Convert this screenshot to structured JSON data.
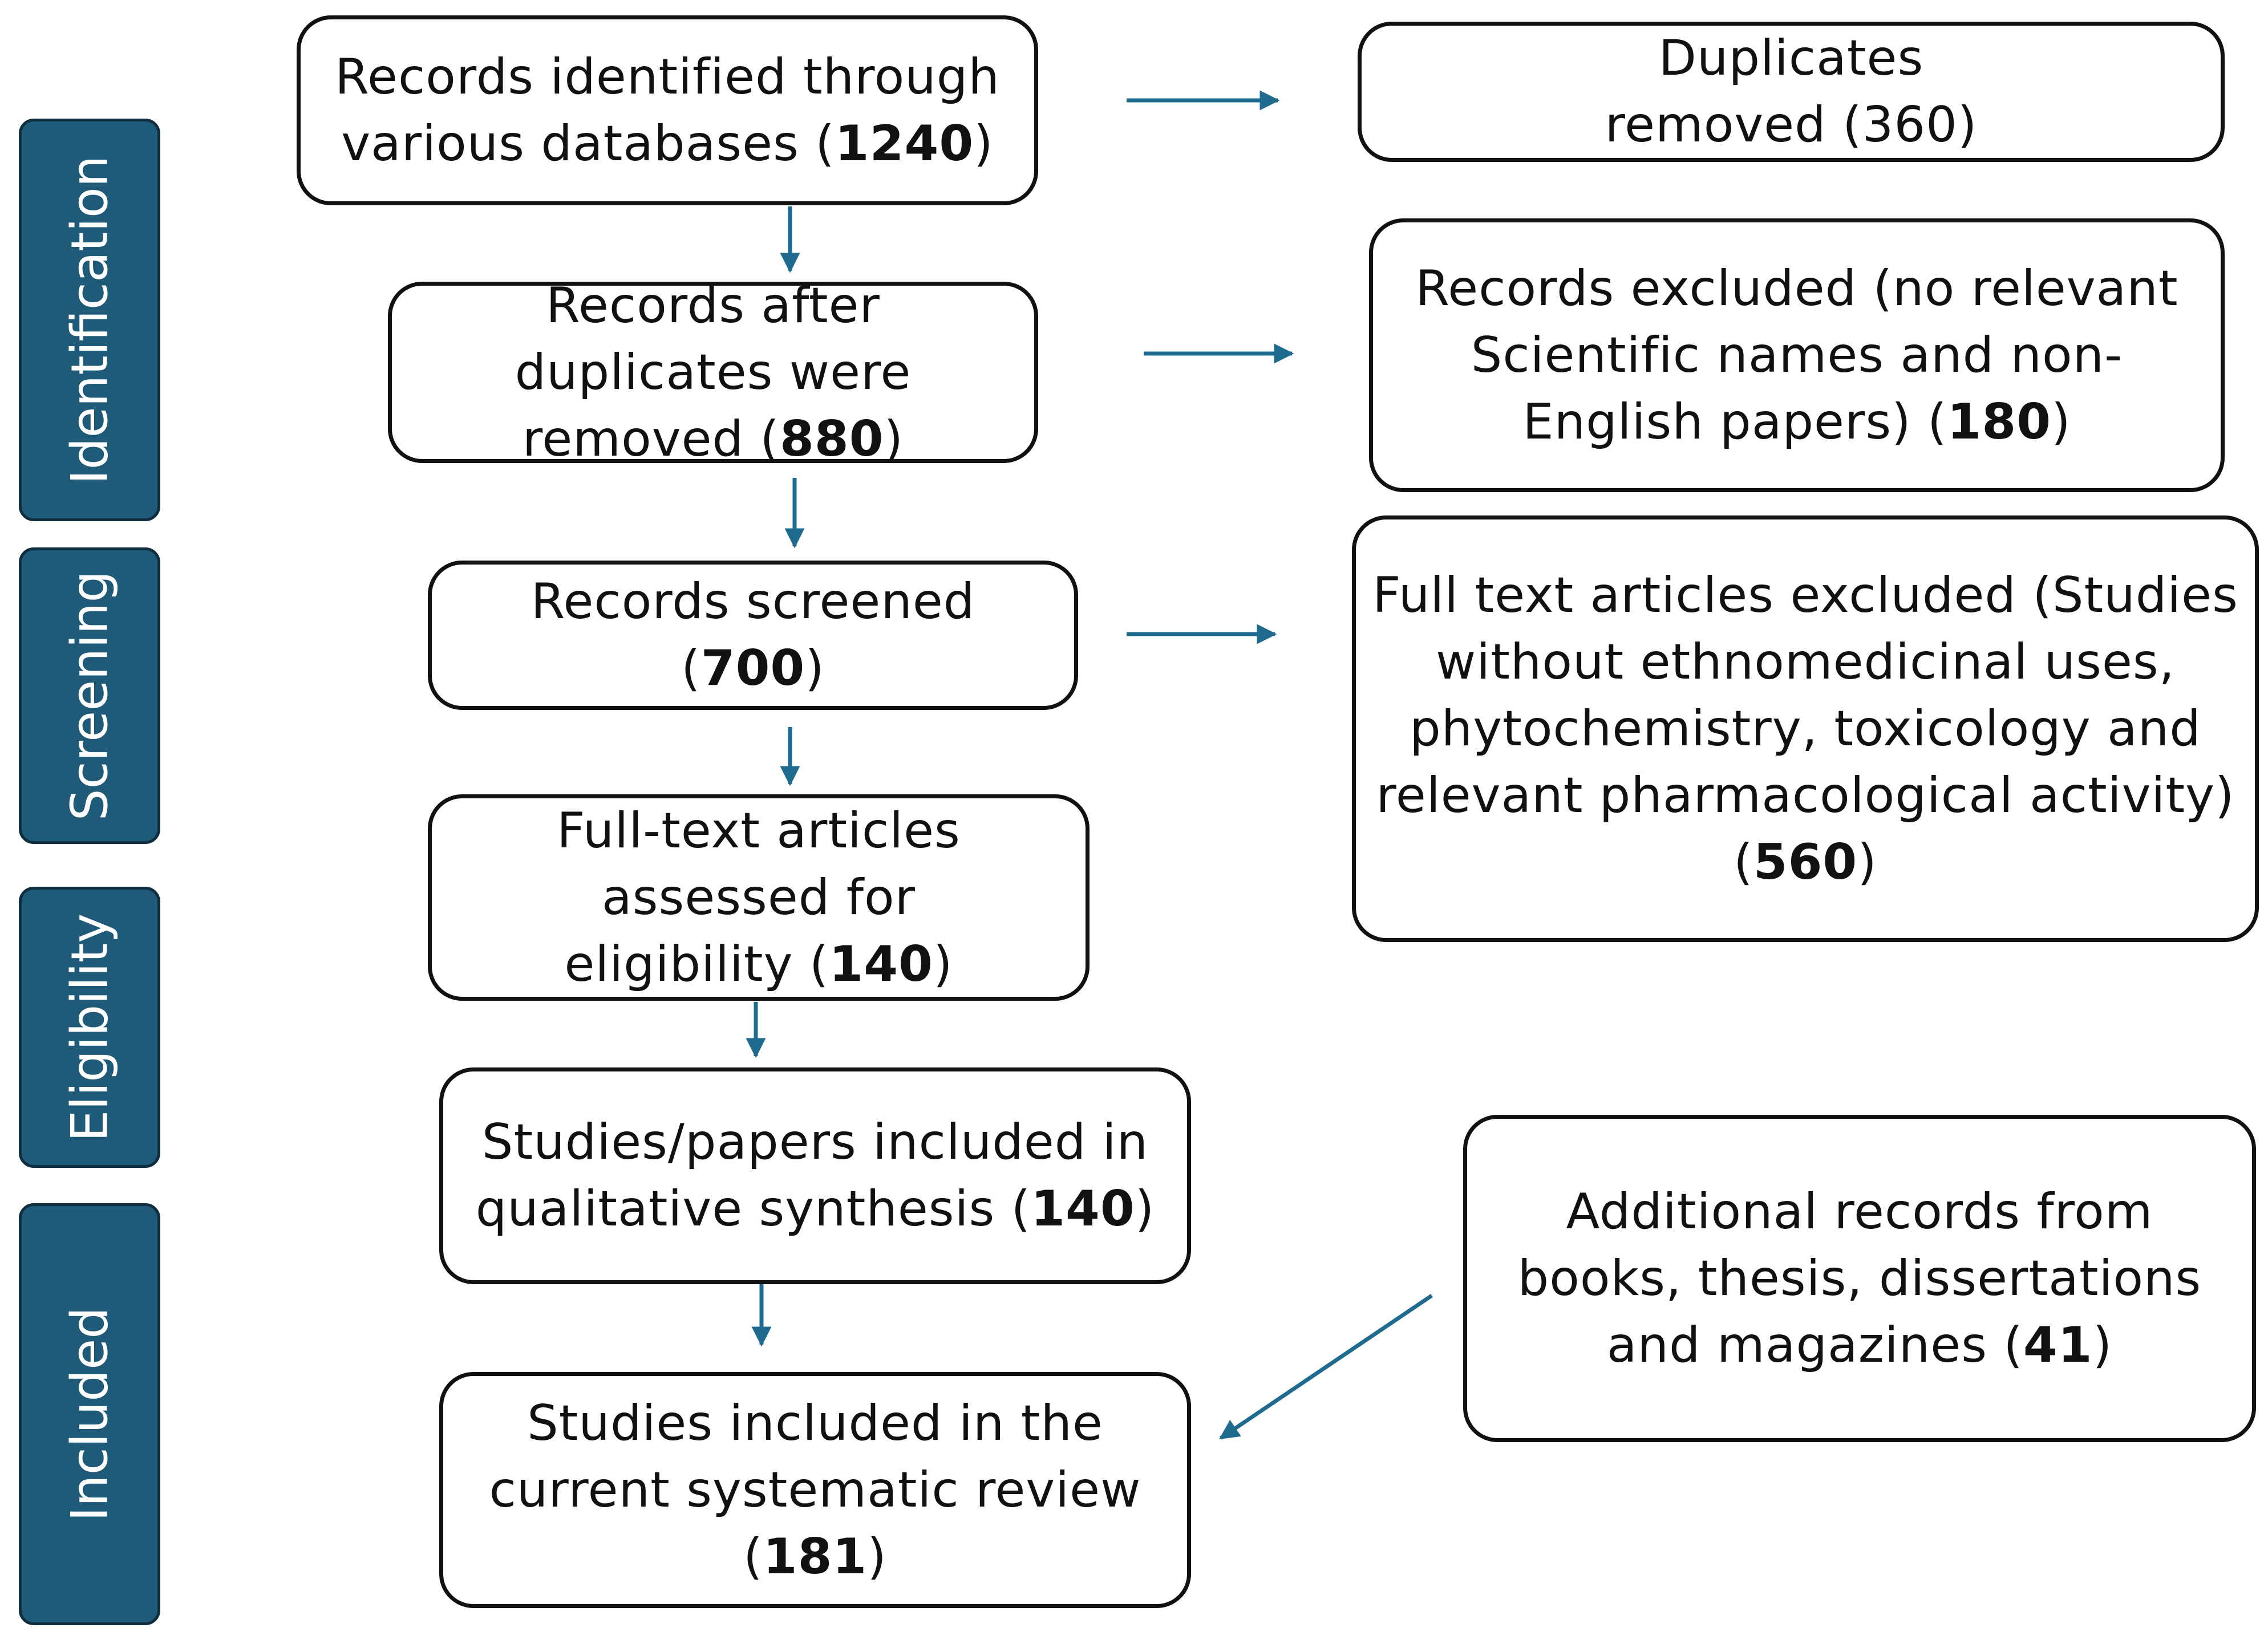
{
  "stages": {
    "identification": "Identification",
    "screening": "Screening",
    "eligibility": "Eligibility",
    "included": "Included"
  },
  "boxes": {
    "records_identified": {
      "text": "Records identified through various databases",
      "count": "1240"
    },
    "after_duplicates": {
      "text": "Records after duplicates were removed",
      "count": "880"
    },
    "screened": {
      "text": "Records screened",
      "count": "700"
    },
    "full_text_assessed": {
      "text": "Full-text articles assessed for eligibility",
      "count": "140"
    },
    "qualitative_synthesis": {
      "text": "Studies/papers included in qualitative synthesis",
      "count": "140"
    },
    "current_review": {
      "text": "Studies included in the current systematic review",
      "count": "181"
    },
    "duplicates_removed": {
      "text": "Duplicates removed",
      "count": "360"
    },
    "records_excluded": {
      "text": "Records excluded (no relevant Scientific names and non-English papers)",
      "count": "180"
    },
    "full_text_excluded": {
      "text": "Full text articles excluded (Studies without ethnomedicinal uses, phytochemistry, toxicology and relevant pharmacological activity)",
      "count": "560"
    },
    "additional_records": {
      "text": "Additional records from books, thesis, dissertations and magazines",
      "count": "41"
    }
  },
  "colors": {
    "stage_fill": "#1f5a78",
    "arrow": "#1f6b8f",
    "box_border": "#111111"
  }
}
